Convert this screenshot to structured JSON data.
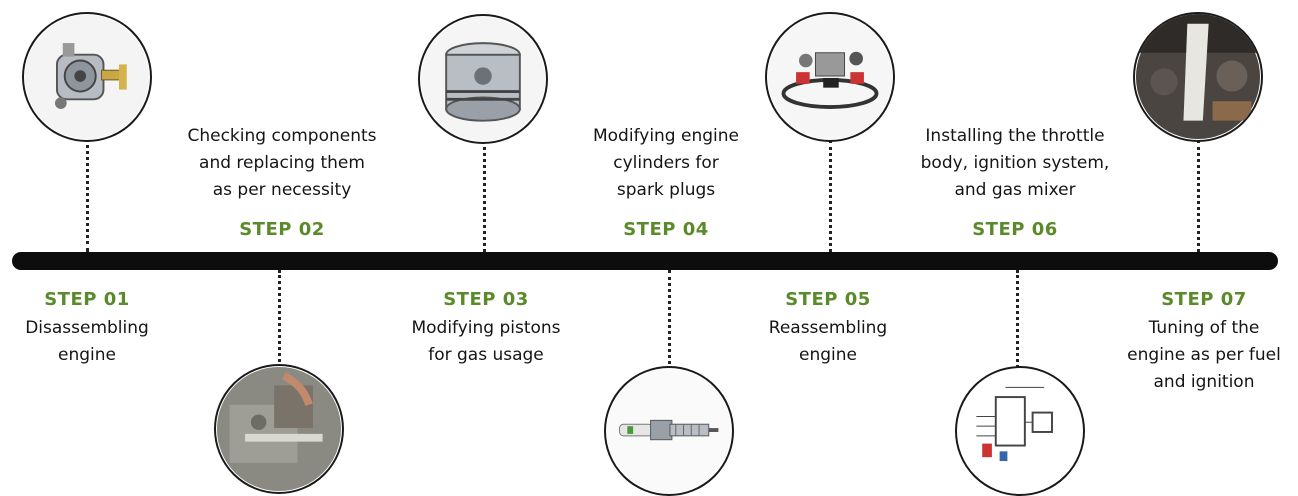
{
  "steps": [
    {
      "label": "STEP 01",
      "description_lines": [
        "Disassembling",
        "engine"
      ],
      "icon": "gas-regulator-icon"
    },
    {
      "label": "STEP 02",
      "description_lines": [
        "Checking components",
        "and replacing them",
        "as per necessity"
      ],
      "icon": "engine-parts-photo-icon"
    },
    {
      "label": "STEP 03",
      "description_lines": [
        "Modifying pistons",
        "for gas usage"
      ],
      "icon": "piston-icon"
    },
    {
      "label": "STEP 04",
      "description_lines": [
        "Modifying engine",
        "cylinders for",
        "spark plugs"
      ],
      "icon": "spark-plug-icon"
    },
    {
      "label": "STEP 05",
      "description_lines": [
        "Reassembling",
        "engine"
      ],
      "icon": "conversion-kit-icon"
    },
    {
      "label": "STEP 06",
      "description_lines": [
        "Installing the throttle",
        "body, ignition system,",
        "and gas mixer"
      ],
      "icon": "wiring-diagram-icon"
    },
    {
      "label": "STEP 07",
      "description_lines": [
        "Tuning of the",
        "engine as per fuel",
        "and ignition"
      ],
      "icon": "engine-bay-photo-icon"
    }
  ],
  "colors": {
    "step_label": "#5a8a2a",
    "timeline": "#0d0d0d",
    "text": "#151515"
  }
}
